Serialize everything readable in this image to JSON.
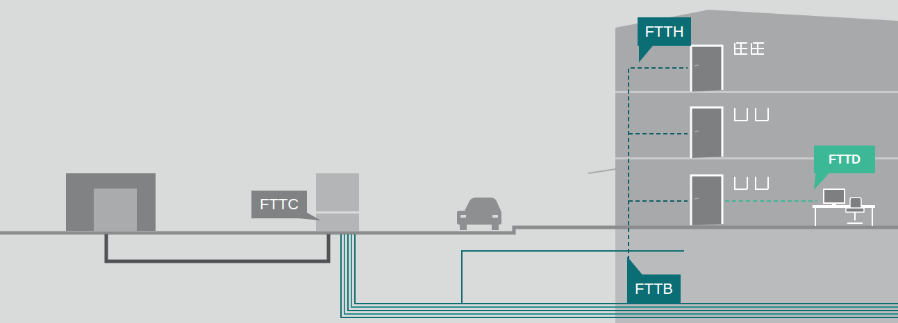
{
  "diagram": {
    "nodes": [
      {
        "text": [
          "FTTH"
        ]
      },
      {
        "text": [
          "FTTD"
        ]
      },
      {
        "text": [
          "FTTC"
        ]
      },
      {
        "text": [
          "FTTB"
        ]
      }
    ]
  }
}
